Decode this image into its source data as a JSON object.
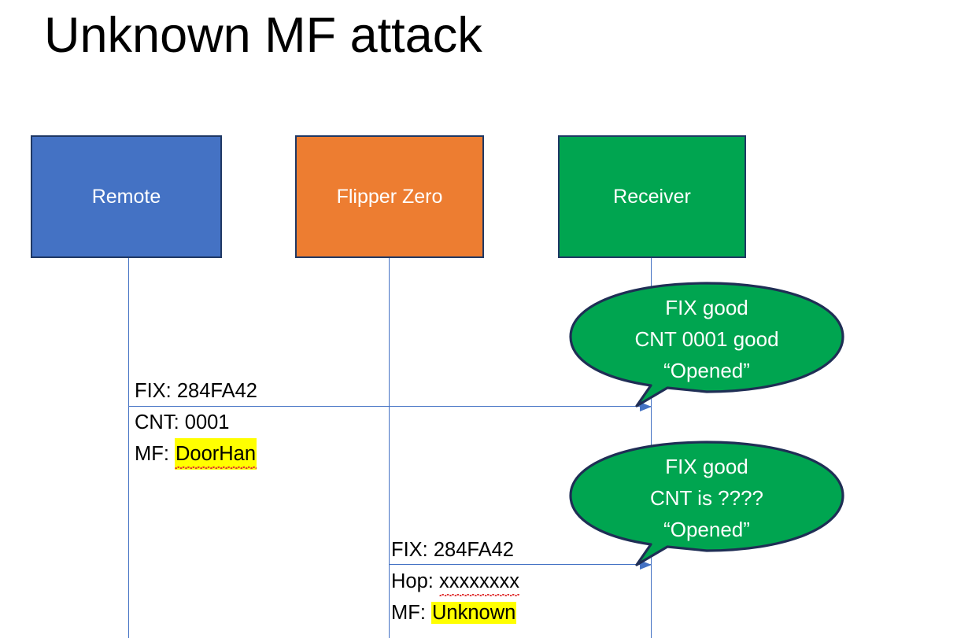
{
  "slide": {
    "title": "Unknown MF attack",
    "background_color": "#FFFFFF"
  },
  "colors": {
    "remote_fill": "#4472C4",
    "flipper_fill": "#ED7D31",
    "receiver_fill": "#00A550",
    "box_border": "#1F3864",
    "lifeline": "#4472C4",
    "arrow": "#4472C4",
    "callout_fill": "#00A550",
    "callout_border": "#1F2E55",
    "highlight": "#FFFF00",
    "text_dark": "#000000",
    "text_light": "#FFFFFF",
    "spellcheck_underline": "#E03030"
  },
  "actors": [
    {
      "id": "remote",
      "label": "Remote"
    },
    {
      "id": "flipper",
      "label": "Flipper Zero"
    },
    {
      "id": "receiver",
      "label": "Receiver"
    }
  ],
  "messages": [
    {
      "id": "remote-to-receiver",
      "from": "remote",
      "to": "receiver",
      "lines": [
        {
          "label": "FIX:",
          "value": "284FA42",
          "highlighted": false,
          "spellcheck_error": false
        },
        {
          "label": "CNT:",
          "value": "0001",
          "highlighted": false,
          "spellcheck_error": false
        },
        {
          "label": "MF:",
          "value": "DoorHan",
          "highlighted": true,
          "spellcheck_error": true
        }
      ]
    },
    {
      "id": "flipper-to-receiver",
      "from": "flipper",
      "to": "receiver",
      "lines": [
        {
          "label": "FIX:",
          "value": "284FA42",
          "highlighted": false,
          "spellcheck_error": false
        },
        {
          "label": "Hop:",
          "value": "xxxxxxxx",
          "highlighted": false,
          "spellcheck_error": true
        },
        {
          "label": "MF:",
          "value": "Unknown",
          "highlighted": true,
          "spellcheck_error": false
        }
      ]
    }
  ],
  "callouts": [
    {
      "id": "callout-first-transmission",
      "attached_to": "remote-to-receiver",
      "lines": [
        "FIX good",
        "CNT 0001 good",
        "“Opened”"
      ]
    },
    {
      "id": "callout-second-transmission",
      "attached_to": "flipper-to-receiver",
      "lines": [
        "FIX good",
        "CNT is ????",
        "“Opened”"
      ]
    }
  ]
}
